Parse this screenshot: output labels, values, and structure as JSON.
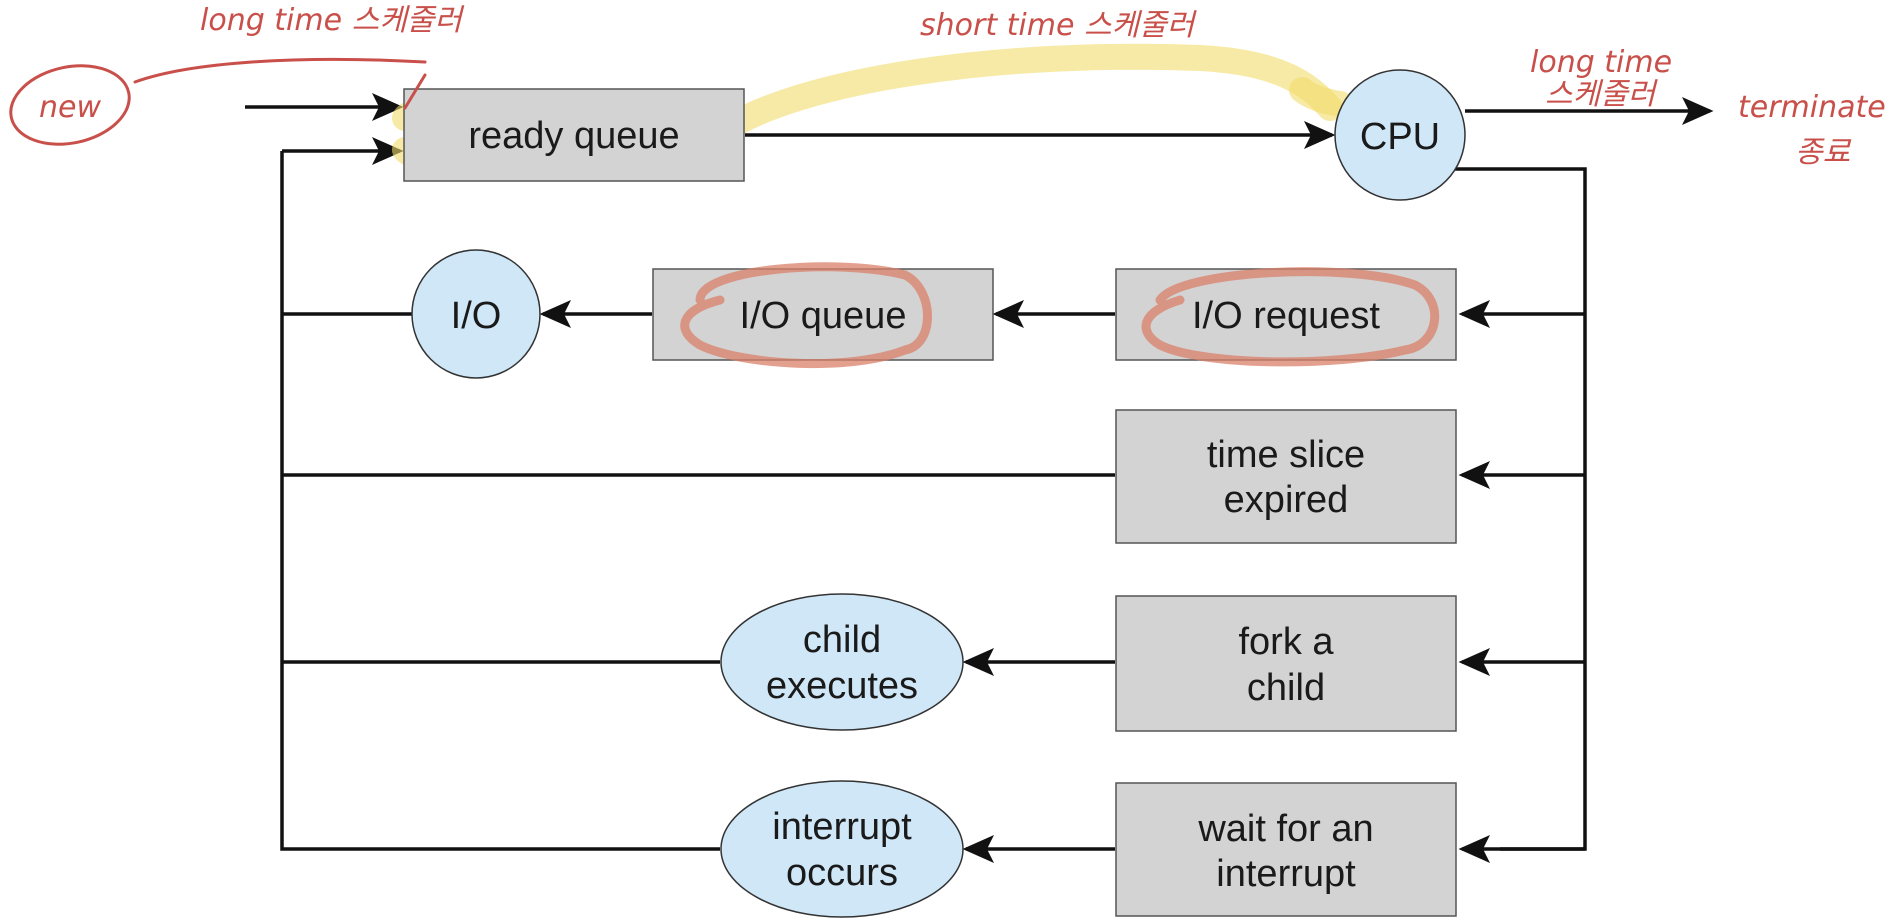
{
  "nodes": {
    "ready_queue": "ready queue",
    "cpu": "CPU",
    "io": "I/O",
    "io_queue": "I/O queue",
    "io_request": "I/O request",
    "time_slice": [
      "time slice",
      "expired"
    ],
    "fork_child": [
      "fork a",
      "child"
    ],
    "child_executes": [
      "child",
      "executes"
    ],
    "wait_interrupt": [
      "wait for an",
      "interrupt"
    ],
    "interrupt_occurs": [
      "interrupt",
      "occurs"
    ]
  },
  "annotations": {
    "new": "new",
    "long_time_left": "long time 스케줄러",
    "short_time": "short time 스케줄러",
    "long_time_right": [
      "long time",
      "스케줄러"
    ],
    "terminate": [
      "terminate",
      "종료"
    ]
  },
  "colors": {
    "box_fill": "#d3d3d3",
    "node_fill": "#cfe7f7",
    "annotation": "#c9504a",
    "highlight_yellow": "#f2dc6a",
    "highlight_red": "#d9806a"
  }
}
